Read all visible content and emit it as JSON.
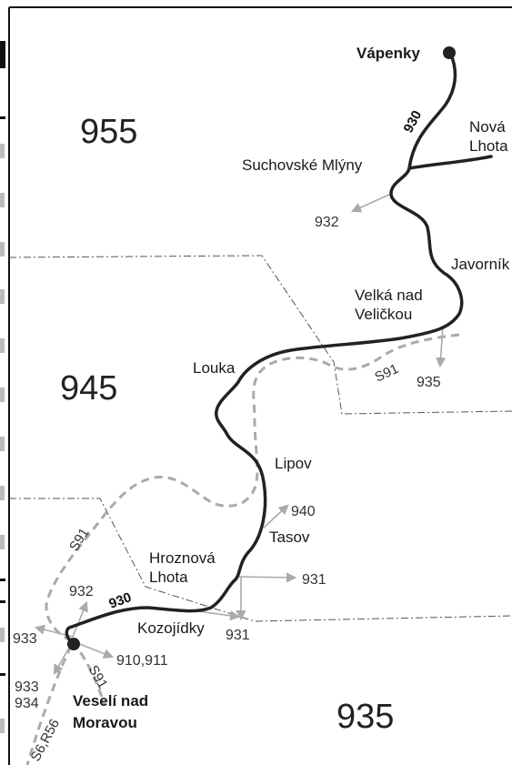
{
  "map": {
    "zones": [
      "955",
      "945",
      "935"
    ],
    "main_line": "930",
    "rail_lines": [
      "S91",
      "S6,R56"
    ],
    "terminals": [
      "Vápenky",
      "Veselí nad Moravou"
    ],
    "stops": [
      "Vápenky",
      "Nová Lhota",
      "Suchovské Mlýny",
      "Javorník",
      "Velká nad Veličkou",
      "Louka",
      "Lipov",
      "Tasov",
      "Hroznová Lhota",
      "Kozojídky",
      "Veselí nad Moravou"
    ],
    "labels": {
      "zone_955": "955",
      "zone_945": "945",
      "zone_935": "935",
      "line_930_top": "930",
      "line_930_bottom": "930",
      "vapenky": "Vápenky",
      "nova_1": "Nová",
      "nova_2": "Lhota",
      "suchovske": "Suchovské Mlýny",
      "javornik": "Javorník",
      "velka_1": "Velká nad",
      "velka_2": "Veličkou",
      "louka": "Louka",
      "lipov": "Lipov",
      "tasov": "Tasov",
      "hroznova_1": "Hroznová",
      "hroznova_2": "Lhota",
      "kozojidky": "Kozojídky",
      "veseli_1": "Veselí nad",
      "veseli_2": "Moravou",
      "s91_top": "S91",
      "s91_left": "S91",
      "s91_bottom": "S91",
      "s6r56": "S6,R56",
      "c932_top": "932",
      "c935": "935",
      "c940": "940",
      "c931_right": "931",
      "c931_bottom": "931",
      "c932_bottom": "932",
      "c933_top": "933",
      "c933_bottom": "933",
      "c934": "934",
      "c910_911": "910,911"
    },
    "colors": {
      "line_930": "#222222",
      "rail_dashed": "#aaaaaa",
      "zone_border": "#555555",
      "connection_arrow": "#aaaaaa",
      "left_strip_dark": "#111111",
      "left_strip_grey": "#bbbbbb"
    }
  }
}
